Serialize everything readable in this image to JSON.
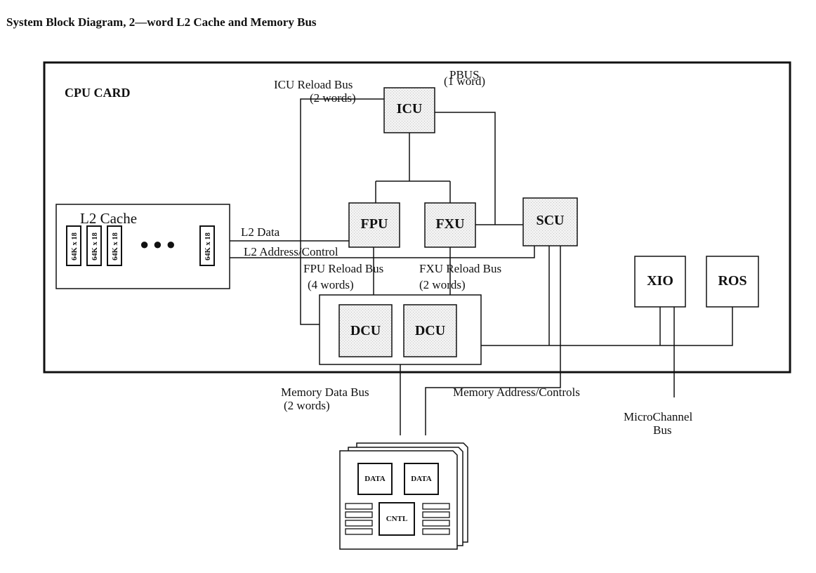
{
  "title": "System Block Diagram, 2—word L2 Cache and Memory Bus",
  "cpu_card": {
    "label": "CPU CARD"
  },
  "units": {
    "icu": "ICU",
    "fpu": "FPU",
    "fxu": "FXU",
    "scu": "SCU",
    "dcu_left": "DCU",
    "dcu_right": "DCU",
    "xio": "XIO",
    "ros": "ROS"
  },
  "l2_cache": {
    "label": "L2 Cache",
    "chip_label": "64K x 18",
    "ellipsis": "● ● ●"
  },
  "buses": {
    "icu_reload": {
      "name": "ICU Reload Bus",
      "width": "(2 words)"
    },
    "pbus": {
      "name": "PBUS",
      "width": "(1 word)"
    },
    "l2_data": "L2 Data",
    "l2_addr": "L2 Address/Control",
    "fpu_reload": {
      "name": "FPU Reload Bus",
      "width": "(4 words)"
    },
    "fxu_reload": {
      "name": "FXU Reload Bus",
      "width": "(2 words)"
    },
    "mem_data": {
      "name": "Memory Data Bus",
      "width": "(2 words)"
    },
    "mem_addr": "Memory Address/Controls",
    "microchannel": {
      "line1": "MicroChannel",
      "line2": "Bus"
    }
  },
  "memory_card": {
    "data_left": "DATA",
    "data_right": "DATA",
    "cntl": "CNTL"
  }
}
